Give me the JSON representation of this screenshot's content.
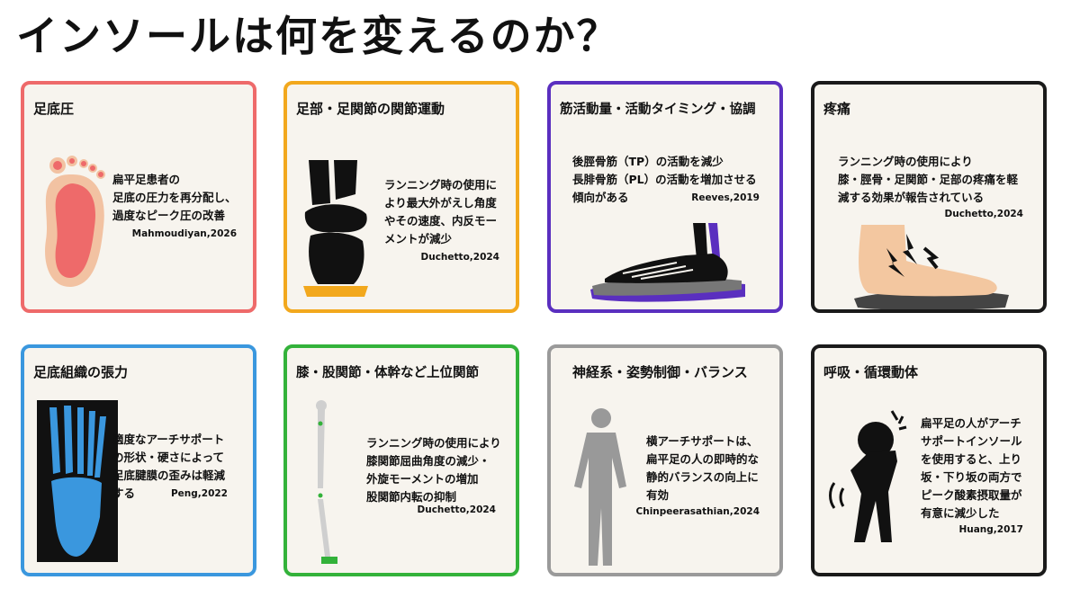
{
  "title": "インソールは何を変えるのか？",
  "colors": {
    "red": "#ee6a6a",
    "orange": "#f2a81d",
    "purple": "#5a2fbf",
    "black": "#1a1a1a",
    "blue": "#3a97de",
    "green": "#33b23a",
    "gray": "#9a9a9a"
  },
  "cards": [
    {
      "title": "足底圧",
      "text": "扁平足患者の\n足底の圧力を再分配し、\n過度なピーク圧の改善",
      "cite": "Mahmoudiyan,2026",
      "icon": "foot-sole-pressure"
    },
    {
      "title": "足部・足関節の関節運動",
      "text": "ランニング時の使用に\nより最大外がえし角度\nやその速度、内反モー\nメントが減少",
      "cite": "Duchetto,2024",
      "icon": "ankle-joint-bones"
    },
    {
      "title": "筋活動量・活動タイミング・協調",
      "text": "後脛骨筋（TP）の活動を減少\n長腓骨筋（PL）の活動を増加させる\n傾向がある",
      "cite": "Reeves,2019",
      "icon": "foot-skeleton-insole"
    },
    {
      "title": "疼痛",
      "text": "ランニング時の使用により\n膝・脛骨・足関節・足部の疼痛を軽\n減する効果が報告されている",
      "cite": "Duchetto,2024",
      "icon": "foot-pain"
    },
    {
      "title": "足底組織の張力",
      "text": "適度なアーチサポート\nの形状・硬さによって\n足底腱膜の歪みは軽減\nする",
      "cite": "Peng,2022",
      "icon": "foot-xray"
    },
    {
      "title": "膝・股関節・体幹など上位関節",
      "text": "ランニング時の使用により\n膝関節屈曲角度の減少・\n外旋モーメントの増加\n股関節内転の抑制",
      "cite": "Duchetto,2024",
      "icon": "leg-skeleton"
    },
    {
      "title": "神経系・姿勢制御・バランス",
      "text": "横アーチサポートは、\n扁平足の人の即時的な\n静的バランスの向上に\n有効",
      "cite": "Chinpeerasathian,2024",
      "icon": "standing-person"
    },
    {
      "title": "呼吸・循環動体",
      "text": "扁平足の人がアーチ\nサポートインソール\nを使用すると、上り\n坂・下り坂の両方で\nピーク酸素摂取量が\n有意に減少した",
      "cite": "Huang,2017",
      "icon": "exhausted-person"
    }
  ]
}
